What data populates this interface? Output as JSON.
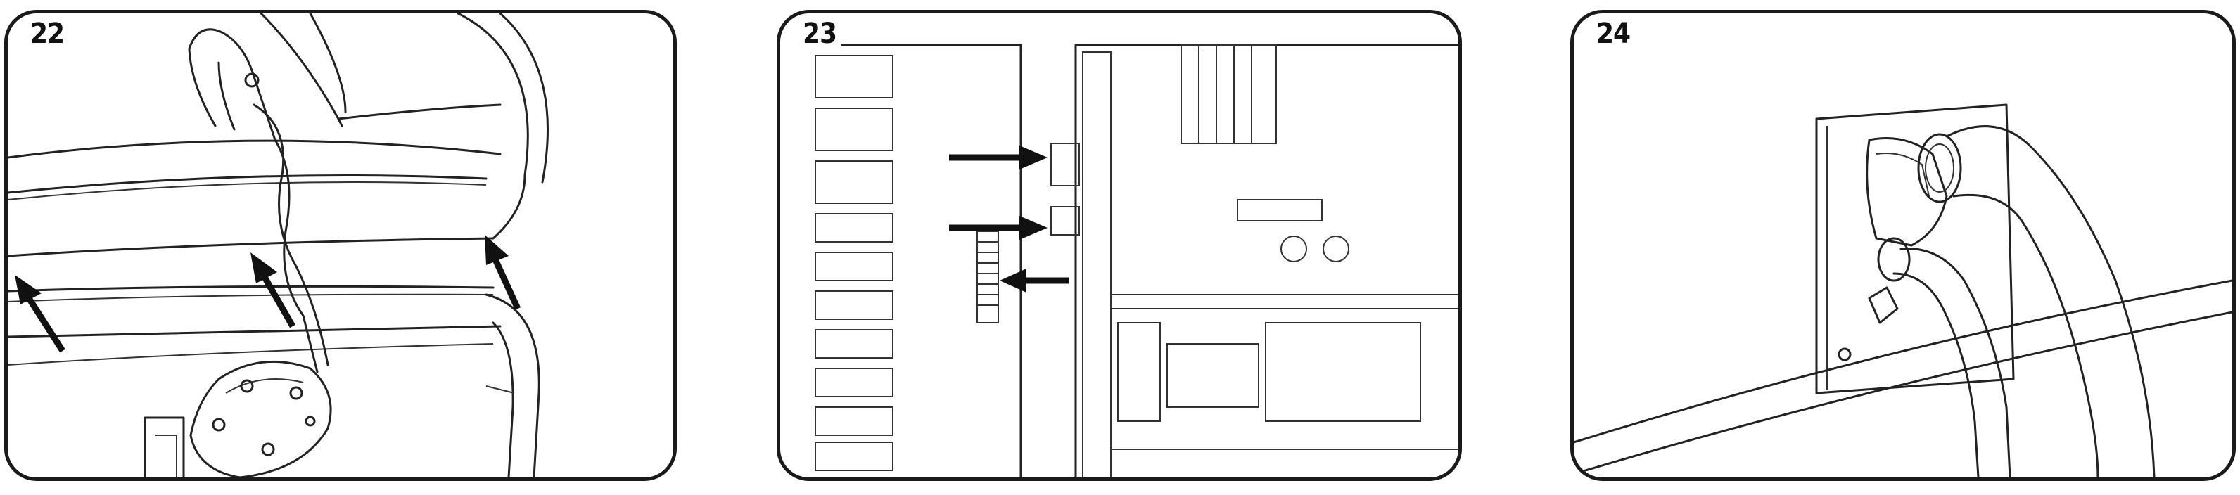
{
  "panels": [
    {
      "id": "p22",
      "number": "22"
    },
    {
      "id": "p23",
      "number": "23"
    },
    {
      "id": "p24",
      "number": "24"
    }
  ]
}
